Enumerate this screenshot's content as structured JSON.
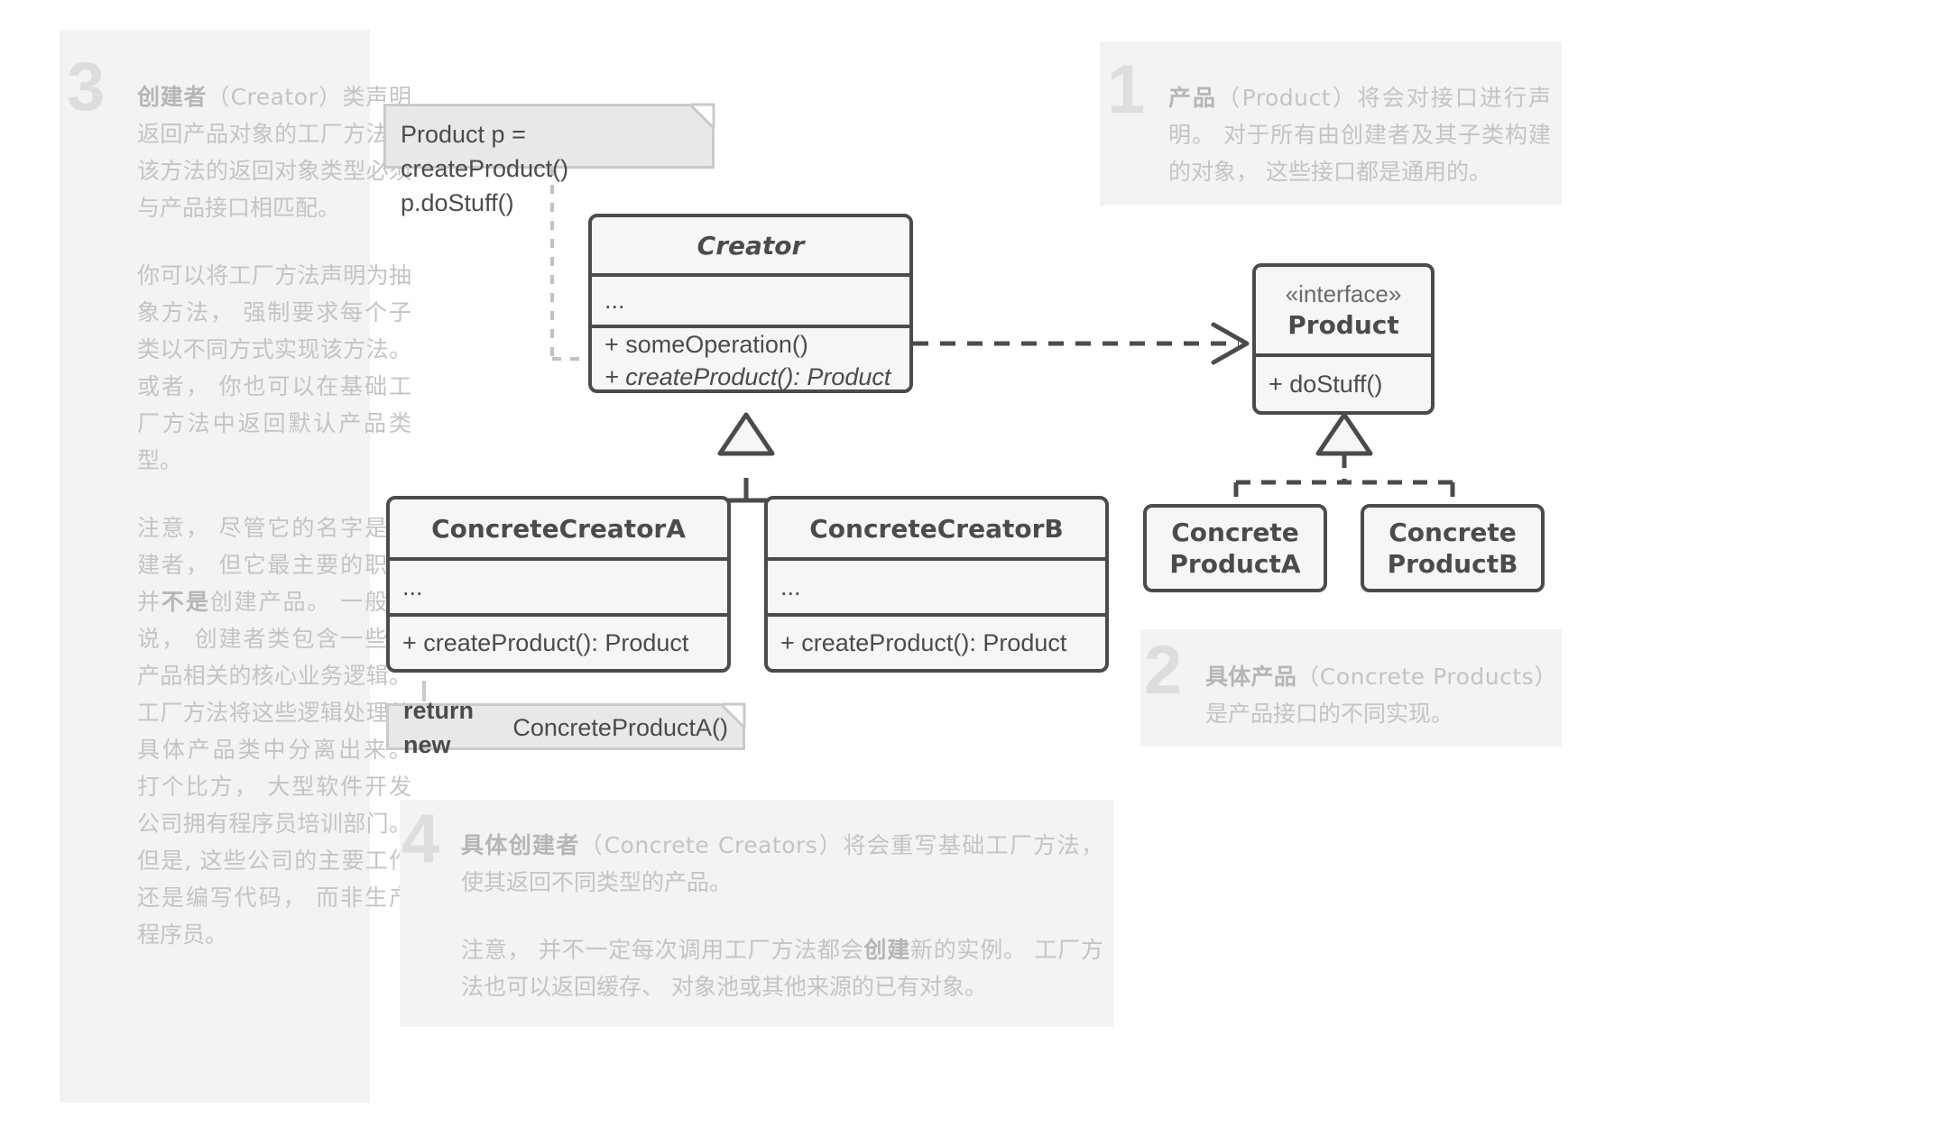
{
  "panels": {
    "creator_note": {
      "number": "3",
      "paragraphs": [
        "创建者 (Creator) 类声明返回产品对象的工厂方法。 该方法的返回对象类型必须与产品接口相匹配。",
        "你可以将工厂方法声明为抽象方法， 强制要求每个子类以不同方式实现该方法。 或者， 你也可以在基础工厂方法中返回默认产品类型。",
        "注意， 尽管它的名字是创建者， 但它最主要的职责并不是创建产品。 一般来说， 创建者类包含一些与产品相关的核心业务逻辑。 工厂方法将这些逻辑处理从具体产品类中分离出来。 打个比方， 大型软件开发公司拥有程序员培训部门。 但是, 这些公司的主要工作还是编写代码， 而非生产程序员。"
      ],
      "bold_lead": "创建者",
      "bold_en": "（Creator）",
      "p1_rest": "类声明返回产品对象的工厂方法。 该方法的返回对象类型必须与产品接口相匹配。",
      "p3_a": "注意， 尽管它的名字是创建者， 但它最主要的职责并",
      "p3_bold": "不是",
      "p3_b": "创建产品。 一般来说， 创建者类包含一些与产品相关的核心业务逻辑。 工厂方法将这些逻辑处理从具体产品类中分离出来。 打个比方， 大型软件开发公司拥有程序员培训部门。 但是, 这些公司的主要工作还是编写代码， 而非生产程序员。"
    },
    "product_note": {
      "number": "1",
      "bold_lead": "产品",
      "bold_en": "（Product）",
      "rest": "将会对接口进行声明。 对于所有由创建者及其子类构建的对象， 这些接口都是通用的。"
    },
    "concrete_products_note": {
      "number": "2",
      "bold_lead": "具体产品",
      "bold_en": "（Concrete Products）",
      "rest": "是产品接口的不同实现。"
    },
    "concrete_creators_note": {
      "number": "4",
      "bold_lead": "具体创建者",
      "bold_en": "（Concrete Creators）",
      "rest": "将会重写基础工厂方法， 使其返回不同类型的产品。",
      "p2_a": "注意， 并不一定每次调用工厂方法都会",
      "p2_bold": "创建",
      "p2_b": "新的实例。 工厂方法也可以返回缓存、 对象池或其他来源的已有对象。"
    }
  },
  "notes": {
    "creator_usage": {
      "line1": "Product p = createProduct()",
      "line2": "p.doStuff()"
    },
    "concrete_return": {
      "bold": "return new",
      "rest": " ConcreteProductA()"
    }
  },
  "classes": {
    "creator": {
      "name": "Creator",
      "attributes": "...",
      "methods": [
        "+ someOperation()",
        "+ createProduct(): Product"
      ],
      "method_italic_index": 1
    },
    "product": {
      "stereotype": "«interface»",
      "name": "Product",
      "methods": [
        "+ doStuff()"
      ]
    },
    "concrete_creator_a": {
      "name": "ConcreteCreatorA",
      "attributes": "...",
      "methods": [
        "+ createProduct(): Product"
      ]
    },
    "concrete_creator_b": {
      "name": "ConcreteCreatorB",
      "attributes": "...",
      "methods": [
        "+ createProduct(): Product"
      ]
    },
    "concrete_product_a": {
      "name_line1": "Concrete",
      "name_line2": "ProductA"
    },
    "concrete_product_b": {
      "name_line1": "Concrete",
      "name_line2": "ProductB"
    }
  },
  "colors": {
    "box_stroke": "#4b4b4b",
    "box_fill": "#f5f6f6",
    "panel_bg": "#f2f3f3",
    "panel_text": "#c2c4c5",
    "panel_number": "#dcdddd",
    "note_bg": "#e7e8e8",
    "note_border": "#c9cacb"
  },
  "relations": [
    {
      "name": "creator-depends-on-product",
      "style": "dashed",
      "arrow": "open"
    },
    {
      "name": "concrete-creators-inherit-creator",
      "style": "solid",
      "arrow": "hollow-triangle"
    },
    {
      "name": "concrete-products-implement-product",
      "style": "dashed",
      "arrow": "hollow-triangle"
    },
    {
      "name": "usage-note-anchor",
      "style": "dashed",
      "arrow": "none"
    },
    {
      "name": "return-note-anchor",
      "style": "none",
      "arrow": "none"
    }
  ]
}
